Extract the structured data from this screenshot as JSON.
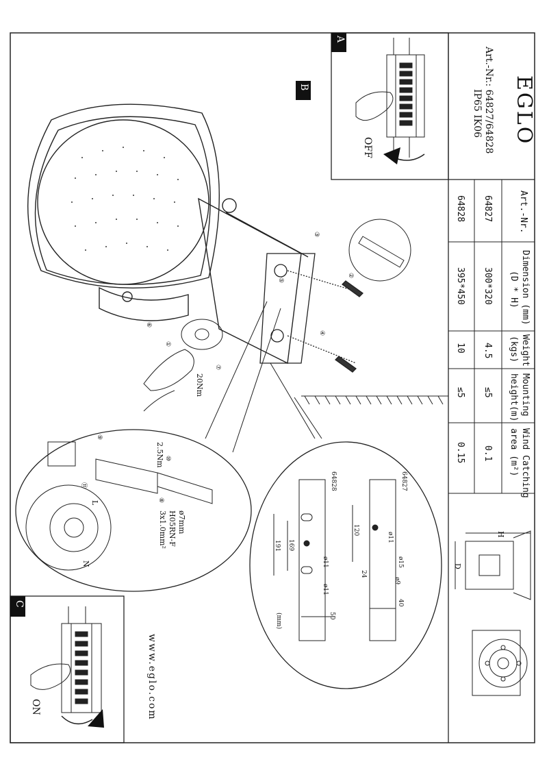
{
  "brand": "EGLO",
  "art_line": "Art.-Nr.: 64827/64828",
  "ip_line": "IP65   IK06",
  "table": {
    "headers": [
      "Art.-Nr.",
      "Dimension (mm)",
      "(D * H)",
      "Weight",
      "(kgs)",
      "Mounting",
      "height(m)",
      "Wind Catching",
      "area (m²)"
    ],
    "rows": [
      {
        "art": "64827",
        "dim": "300*320",
        "weight": "4.5",
        "height": "≤5",
        "wind": "0.1"
      },
      {
        "art": "64828",
        "dim": "395*450",
        "weight": "10",
        "height": "≤5",
        "wind": "0.15"
      }
    ]
  },
  "dim_labels": {
    "H": "H",
    "D": "D"
  },
  "step_labels": {
    "A": "A",
    "B": "B",
    "C": "C"
  },
  "switch": {
    "off": "OFF",
    "on": "ON"
  },
  "torque": {
    "big": "20Nm",
    "small": "2.5Nm"
  },
  "circled_steps": [
    "①",
    "②",
    "③",
    "④",
    "⑤",
    "⑥",
    "⑦",
    "⑧",
    "⑨",
    "⑩",
    "⑪"
  ],
  "cable": {
    "diameter": "ø7mm",
    "type": "H05RN-F",
    "spec": "3x1.0mm²"
  },
  "terminals": {
    "L": "L",
    "N": "N"
  },
  "drill": {
    "a_label": "64827",
    "a_120": "120",
    "a_24": "24",
    "a_40": "40",
    "a_d11": "ø11",
    "a_d15": "ø15",
    "a_d9": "ø9",
    "b_label": "64828",
    "b_169": "169",
    "b_191": "191",
    "b_50": "50",
    "b_d11a": "ø11",
    "b_d11b": "ø11",
    "unit": "(mm)"
  },
  "website": "www.eglo.com"
}
